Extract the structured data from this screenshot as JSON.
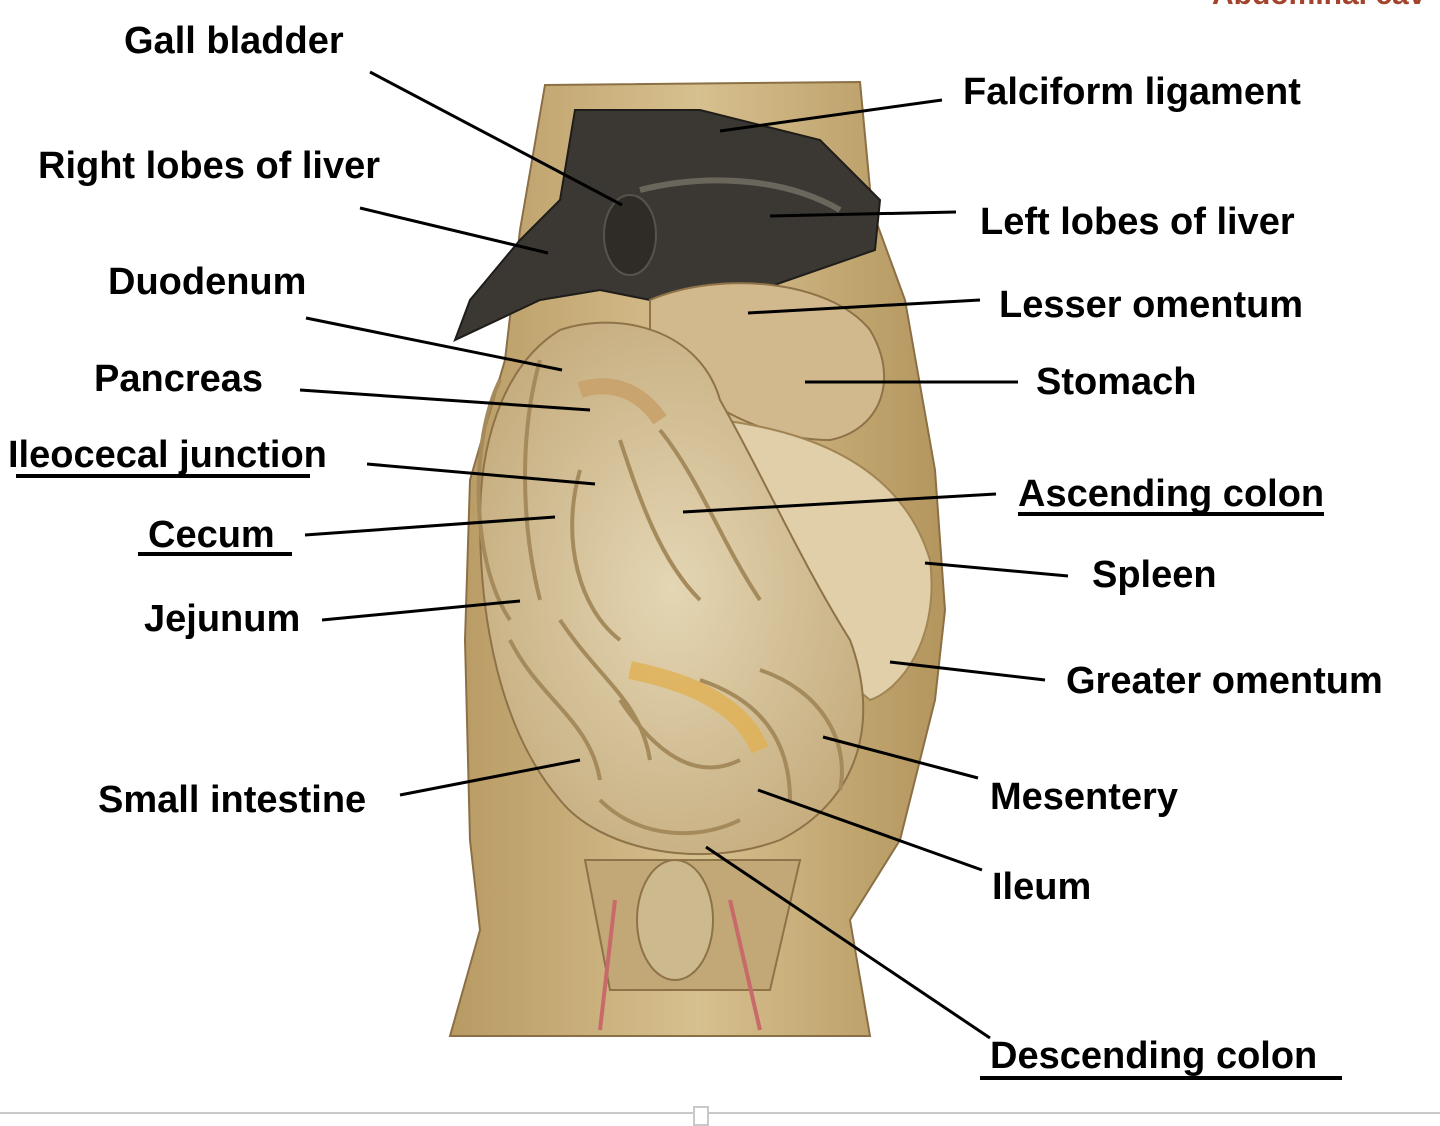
{
  "corner_text": "Abdominal cav",
  "labels": [
    {
      "id": "gall-bladder",
      "text": "Gall bladder",
      "underlined": false
    },
    {
      "id": "right-lobes-of-liver",
      "text": "Right lobes of liver",
      "underlined": false
    },
    {
      "id": "duodenum",
      "text": "Duodenum",
      "underlined": false
    },
    {
      "id": "pancreas",
      "text": "Pancreas",
      "underlined": false
    },
    {
      "id": "ileocecal-junction",
      "text": "Ileocecal junction",
      "underlined": true
    },
    {
      "id": "cecum",
      "text": "Cecum",
      "underlined": true
    },
    {
      "id": "jejunum",
      "text": "Jejunum",
      "underlined": false
    },
    {
      "id": "small-intestine",
      "text": "Small intestine",
      "underlined": false
    },
    {
      "id": "falciform-ligament",
      "text": "Falciform ligament",
      "underlined": false
    },
    {
      "id": "left-lobes-of-liver",
      "text": "Left lobes of liver",
      "underlined": false
    },
    {
      "id": "lesser-omentum",
      "text": "Lesser omentum",
      "underlined": false
    },
    {
      "id": "stomach",
      "text": "Stomach",
      "underlined": false
    },
    {
      "id": "ascending-colon",
      "text": "Ascending colon",
      "underlined": true
    },
    {
      "id": "spleen",
      "text": "Spleen",
      "underlined": false
    },
    {
      "id": "greater-omentum",
      "text": "Greater omentum",
      "underlined": false
    },
    {
      "id": "mesentery",
      "text": "Mesentery",
      "underlined": false
    },
    {
      "id": "ileum",
      "text": "Ileum",
      "underlined": false
    },
    {
      "id": "descending-colon",
      "text": "Descending colon",
      "underlined": true
    }
  ],
  "colors": {
    "body_wall": "#d3b784",
    "intestine": "#d9c8a2",
    "liver": "#3b3833",
    "fat": "#e0b052",
    "leader_line": "#000000"
  }
}
